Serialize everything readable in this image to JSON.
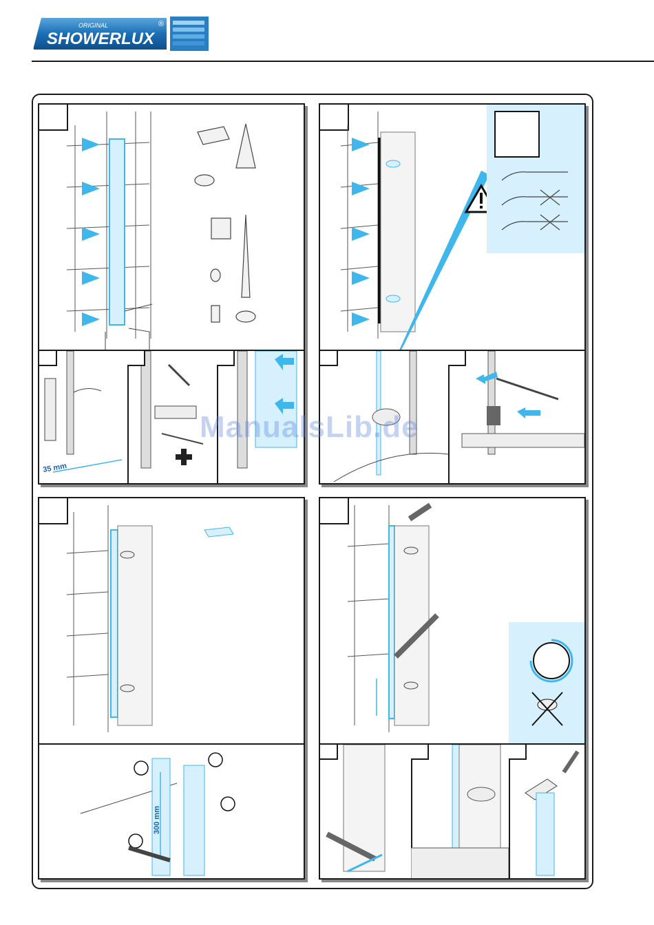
{
  "brand": {
    "small_text": "ORIGINAL",
    "name": "SHOWERLUX",
    "registered": "®",
    "colors": {
      "logo_blue": "#1b6fb5",
      "accent_cyan": "#3fb6ec",
      "light_blue": "#cfeefc"
    }
  },
  "watermark": "ManualsLib.de",
  "measurements": {
    "distance_35": "35 mm",
    "distance_300": "300 mm"
  },
  "icons": [
    "warning-icon",
    "clock-icon",
    "no-shower-icon",
    "phillips-screwdriver-icon",
    "arrow-icon"
  ]
}
